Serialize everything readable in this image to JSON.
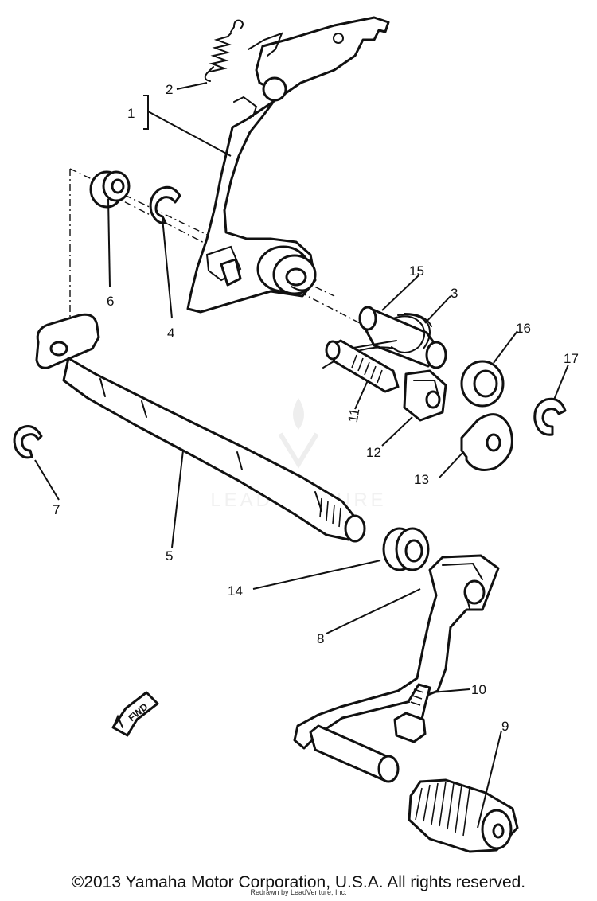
{
  "callouts": [
    {
      "id": "1",
      "text": "1"
    },
    {
      "id": "2",
      "text": "2"
    },
    {
      "id": "3",
      "text": "3"
    },
    {
      "id": "4",
      "text": "4"
    },
    {
      "id": "5",
      "text": "5"
    },
    {
      "id": "6",
      "text": "6"
    },
    {
      "id": "7",
      "text": "7"
    },
    {
      "id": "8",
      "text": "8"
    },
    {
      "id": "9",
      "text": "9"
    },
    {
      "id": "10",
      "text": "10"
    },
    {
      "id": "11",
      "text": "11"
    },
    {
      "id": "12",
      "text": "12"
    },
    {
      "id": "13",
      "text": "13"
    },
    {
      "id": "14",
      "text": "14"
    },
    {
      "id": "15",
      "text": "15"
    },
    {
      "id": "16",
      "text": "16"
    },
    {
      "id": "17",
      "text": "17"
    }
  ],
  "fwd_label": "FWD",
  "watermark": "LEADVENTURE",
  "copyright": "©2013 Yamaha Motor Corporation, U.S.A. All rights reserved.",
  "redrawn_note": "Redrawn by LeadVenture, Inc."
}
